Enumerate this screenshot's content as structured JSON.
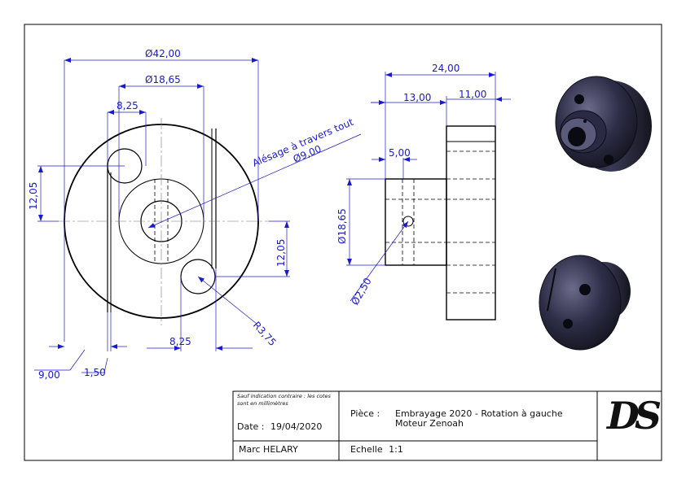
{
  "dimensions": {
    "d_outer": "Ø42,00",
    "d_hub": "Ø18,65",
    "w_top": "8,25",
    "w_bottom": "8,25",
    "left_v": "12,05",
    "right_v": "12,05",
    "bottom_9": "9,00",
    "bottom_150": "1,50",
    "radius": "R3,75",
    "bore_note_1": "Alésage à travers tout",
    "bore_note_2": "Ø9,00",
    "len_total": "24,00",
    "len_13": "13,00",
    "len_11": "11,00",
    "len_5": "5,00",
    "side_d": "Ø18,65",
    "pin_d": "Ø2,50"
  },
  "title_block": {
    "note": "Sauf indication contraire : les cotes sont en millimètres",
    "date_label": "Date :",
    "date_value": "19/04/2020",
    "piece_label": "Pièce :",
    "piece_line1": "Embrayage 2020 - Rotation à gauche",
    "piece_line2": "Moteur Zenoah",
    "author": "Marc HELARY",
    "scale_label": "Echelle",
    "scale_value": "1:1",
    "logo": "DS"
  },
  "colors": {
    "dimension": "#1a1acc",
    "outline": "#000000",
    "part_dark": "#24243a"
  },
  "icons": [
    "ds-logo",
    "isometric-view-top",
    "isometric-view-bottom"
  ]
}
